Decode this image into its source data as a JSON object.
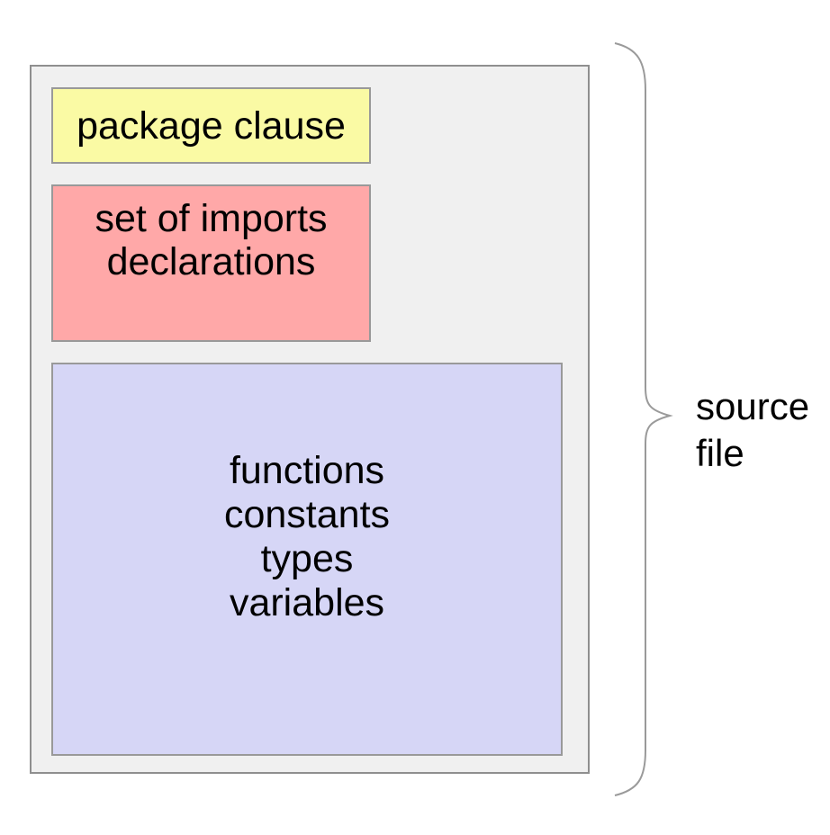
{
  "colors": {
    "page_bg": "#ffffff",
    "container_fill": "#f0f0f0",
    "container_border": "#8f8f8f",
    "box_border": "#999999",
    "package_clause_fill": "#fafaa4",
    "imports_fill": "#ffa8a8",
    "declarations_fill": "#d6d6f6",
    "brace": "#9a9a9a",
    "text": "#000000"
  },
  "boxes": {
    "package": {
      "label": "package clause"
    },
    "imports": {
      "lines": [
        "set of imports",
        "declarations"
      ]
    },
    "declarations": {
      "lines": [
        "functions",
        "constants",
        "types",
        "variables"
      ]
    }
  },
  "brace_label": {
    "lines": [
      "source",
      "file"
    ]
  }
}
